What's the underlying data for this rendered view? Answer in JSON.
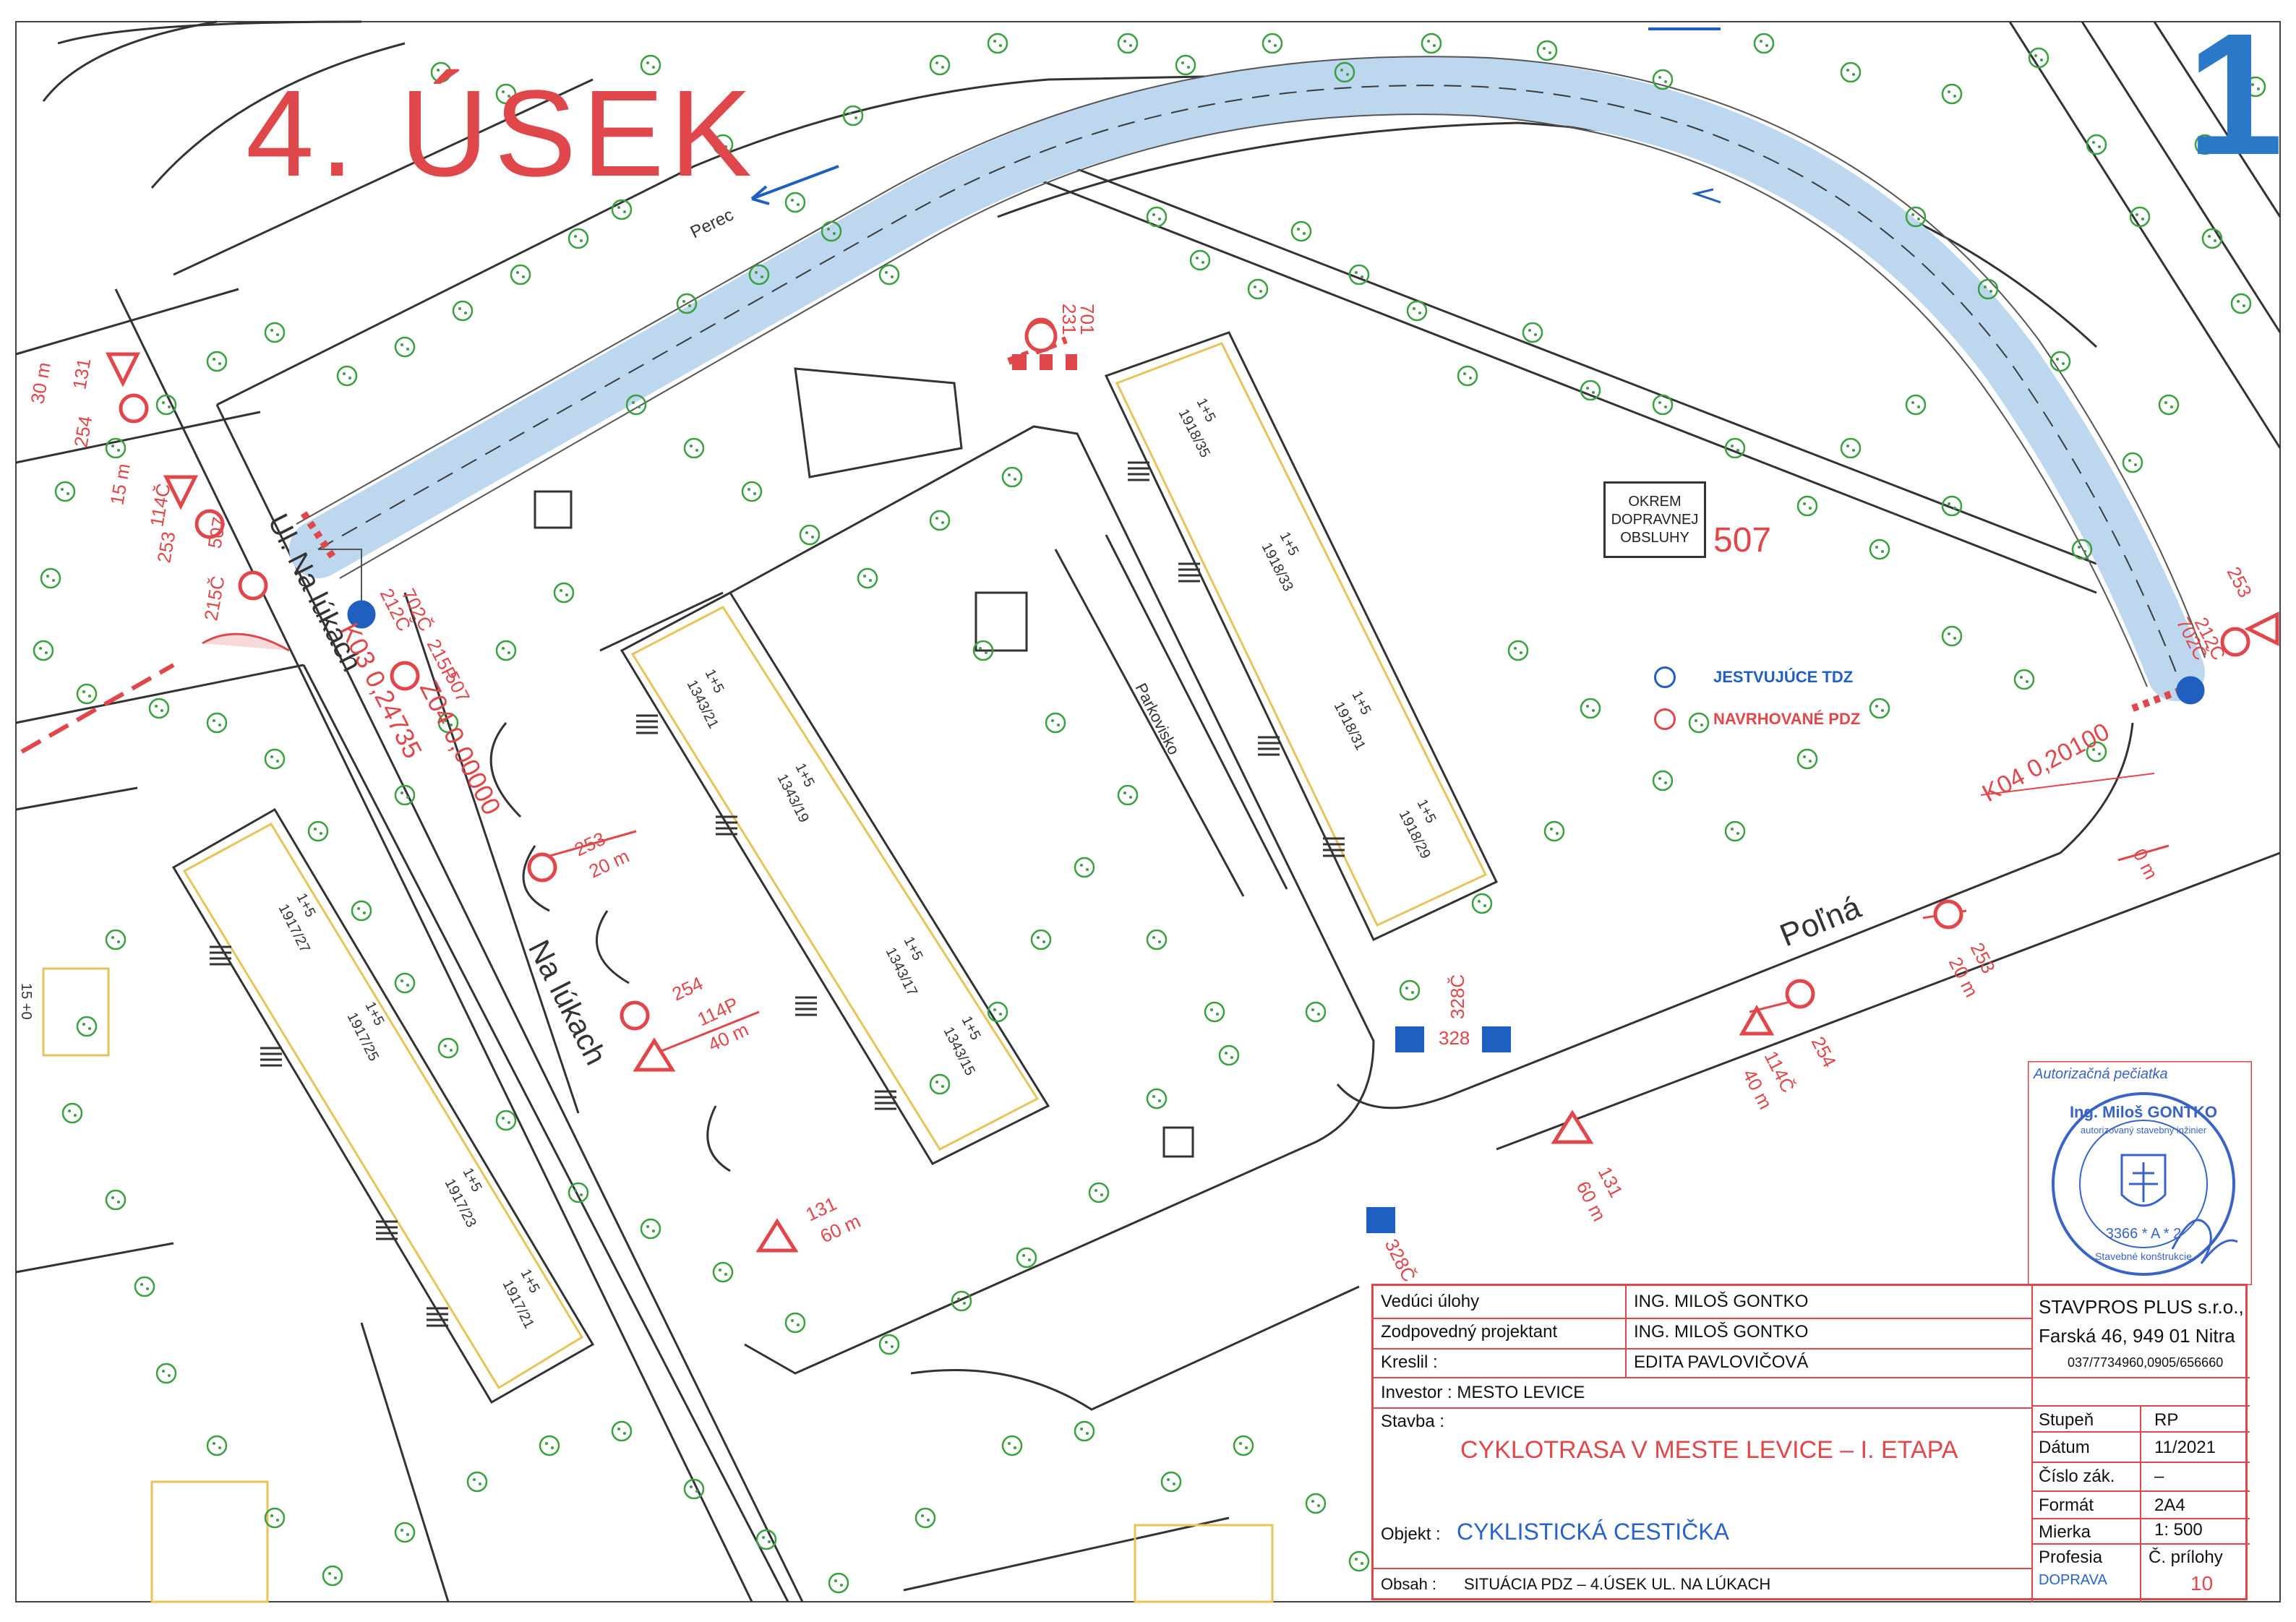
{
  "sheet": {
    "number": "1",
    "section_title": "4. ÚSEK"
  },
  "streets": {
    "perec": "Perec",
    "ul_na_lukach": "Ul. Na lúkach",
    "na_lukach": "Na lúkach",
    "polna": "Poľná",
    "parkovisko": "Parkovisko"
  },
  "chainage": {
    "k03": "K03 0,24735",
    "z04": "Z04 0,00000",
    "k04": "K04 0,20100"
  },
  "buildings": [
    {
      "floors": "1+5",
      "number": "1918/35"
    },
    {
      "floors": "1+5",
      "number": "1918/33"
    },
    {
      "floors": "1+5",
      "number": "1918/31"
    },
    {
      "floors": "1+5",
      "number": "1918/29"
    },
    {
      "floors": "1+5",
      "number": "1343/21"
    },
    {
      "floors": "1+5",
      "number": "1343/19"
    },
    {
      "floors": "1+5",
      "number": "1343/17"
    },
    {
      "floors": "1+5",
      "number": "1343/15"
    },
    {
      "floors": "1+5",
      "number": "1917/27"
    },
    {
      "floors": "1+5",
      "number": "1917/25"
    },
    {
      "floors": "1+5",
      "number": "1917/23"
    },
    {
      "floors": "1+5",
      "number": "1917/21"
    }
  ],
  "sign_labels": {
    "s231": "231",
    "s701": "701",
    "s131_a": "131",
    "s30m": "30 m",
    "s254_a": "254",
    "s15m": "15 m",
    "s114_a": "114Č",
    "s253_a": "253",
    "s215": "215Č",
    "s507": "507",
    "s212": "212Č",
    "s702": "702Č",
    "s215p": "215P",
    "s253_b": "253",
    "s20m_a": "20 m",
    "s254_b": "254",
    "s114p": "114P",
    "s40m_a": "40 m",
    "s131_b": "131",
    "s60m_a": "60 m",
    "s328_a": "328",
    "s328_b": "328Č",
    "s328_c": "328Č",
    "s114_b": "114Č",
    "s40m_b": "40 m",
    "s254_c": "254",
    "s131_c": "131",
    "s60m_b": "60 m",
    "s253_c": "253",
    "s20m_b": "20 m",
    "s702_b": "702Č",
    "s212_b": "212Č",
    "s253_d": "253",
    "s0m": "0 m",
    "s15": "15 +0"
  },
  "notes": {
    "okrem_line1": "OKREM",
    "okrem_line2": "DOPRAVNEJ",
    "okrem_line3": "OBSLUHY",
    "okrem_sign": "507"
  },
  "legend": {
    "existing": "JESTVUJÚCE TDZ",
    "proposed": "NAVRHOVANÉ PDZ",
    "existing_color": "#1f5fbf",
    "proposed_color": "#e0474a"
  },
  "stamp": {
    "top": "Autorizačná pečiatka",
    "name": "Ing. Miloš GONTKO",
    "role": "autorizovaný stavebný inžinier",
    "number": "3366 * A * 2",
    "bottom": "Stavebné konštrukcie"
  },
  "title_block": {
    "lead_label": "Vedúci úlohy",
    "lead_value": "ING. MILOŠ GONTKO",
    "designer_label": "Zodpovedný projektant",
    "designer_value": "ING. MILOŠ GONTKO",
    "drawn_label": "Kreslil :",
    "drawn_value": "EDITA PAVLOVIČOVÁ",
    "investor": "Investor : MESTO LEVICE",
    "stavba_label": "Stavba :",
    "stavba_value": "CYKLOTRASA V MESTE LEVICE – I. ETAPA",
    "objekt_label": "Objekt :",
    "objekt_value": "CYKLISTICKÁ CESTIČKA",
    "obsah_label": "Obsah :",
    "obsah_value": "SITUÁCIA PDZ – 4.ÚSEK UL. NA LÚKACH",
    "company_name": "STAVPROS PLUS s.r.o.,",
    "company_address": "Farská 46, 949 01 Nitra",
    "company_phone": "037/7734960,0905/656660",
    "stupen_label": "Stupeň",
    "stupen_value": "RP",
    "datum_label": "Dátum",
    "datum_value": "11/2021",
    "cislo_label": "Číslo zák.",
    "cislo_value": "–",
    "format_label": "Formát",
    "format_value": "2A4",
    "mierka_label": "Mierka",
    "mierka_value": "1: 500",
    "profesia_label": "Profesia",
    "profesia_value": "DOPRAVA",
    "priloha_label": "Č. prílohy",
    "priloha_value": "10"
  },
  "colors": {
    "proposed_red": "#e0474a",
    "existing_blue": "#1f5fbf",
    "cycle_path": "#bcd7ee",
    "trees": "#3aa040",
    "building_outline": "#e8c35a"
  }
}
